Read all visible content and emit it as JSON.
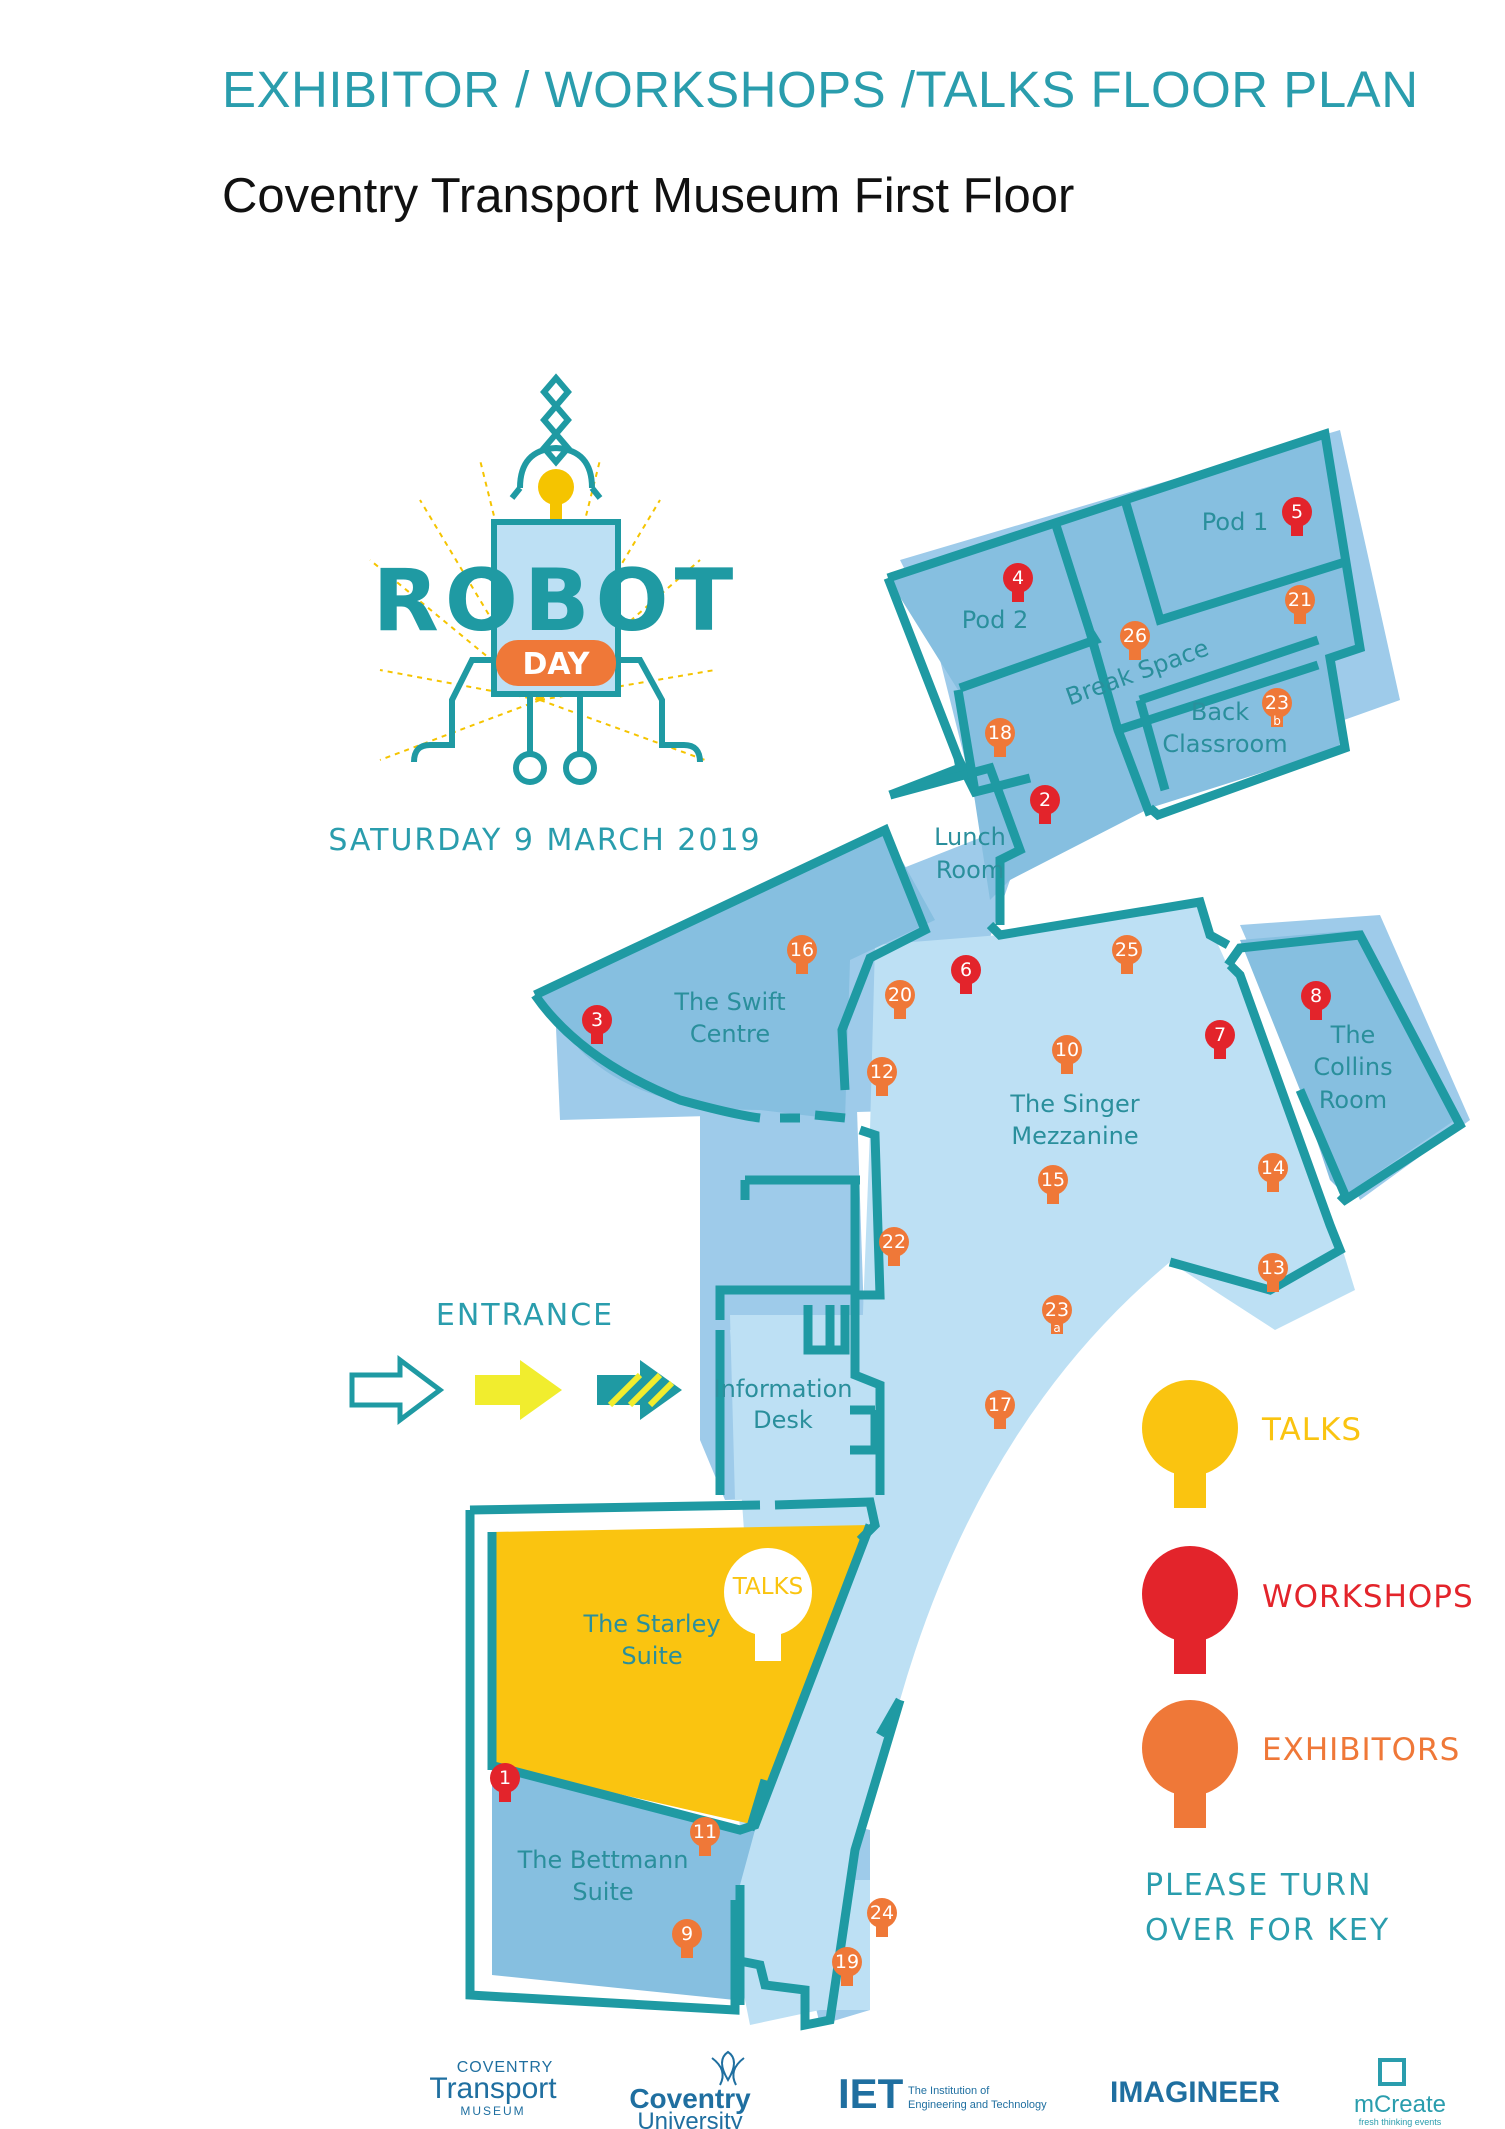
{
  "header": {
    "title": "EXHIBITOR / WORKSHOPS /TALKS FLOOR PLAN",
    "subtitle": "Coventry Transport Museum First Floor"
  },
  "event": {
    "logo_word": "ROBOT",
    "logo_badge": "DAY",
    "date": "SATURDAY 9 MARCH 2019"
  },
  "entrance": {
    "label": "ENTRANCE"
  },
  "rooms": {
    "pod1": "Pod 1",
    "pod2": "Pod 2",
    "break_space": "Break Space",
    "back_classroom_1": "Back",
    "back_classroom_2": "Classroom",
    "lunch_1": "Lunch",
    "lunch_2": "Room",
    "swift_1": "The Swift",
    "swift_2": "Centre",
    "singer_1": "The Singer",
    "singer_2": "Mezzanine",
    "collins_1": "The",
    "collins_2": "Collins",
    "collins_3": "Room",
    "info_1": "Information",
    "info_2": "Desk",
    "starley_1": "The Starley",
    "starley_2": "Suite",
    "bettmann_1": "The Bettmann",
    "bettmann_2": "Suite"
  },
  "talks_marker": "TALKS",
  "pins": {
    "workshops": [
      "1",
      "2",
      "3",
      "4",
      "5",
      "6",
      "7",
      "8"
    ],
    "exhibitors": [
      "9",
      "10",
      "11",
      "12",
      "13",
      "14",
      "15",
      "16",
      "17",
      "18",
      "19",
      "20",
      "21",
      "22",
      "23",
      "24",
      "25",
      "26"
    ],
    "pin_23_sub_a": "a",
    "pin_23_sub_b": "b"
  },
  "legend": {
    "talks": "TALKS",
    "workshops": "WORKSHOPS",
    "exhibitors": "EXHIBITORS",
    "note_1": "PLEASE TURN",
    "note_2": "OVER FOR KEY"
  },
  "sponsors": {
    "ctm_1": "COVENTRY",
    "ctm_2": "Transport",
    "ctm_3": "MUSEUM",
    "cu_1": "Coventry",
    "cu_2": "University",
    "iet_mark": "IET",
    "iet_1": "The Institution of",
    "iet_2": "Engineering and Technology",
    "imagineer": "IMAGINEER",
    "mcreate": "mCreate",
    "mcreate_sub": "fresh thinking events"
  },
  "colors": {
    "teal": "#1f9aa3",
    "room_blue": "#86bfe0",
    "floor_light": "#bde0f4",
    "talks": "#fac410",
    "workshops": "#e3242b",
    "exhibitors": "#ef7838",
    "shadow": "#9ecbea"
  }
}
